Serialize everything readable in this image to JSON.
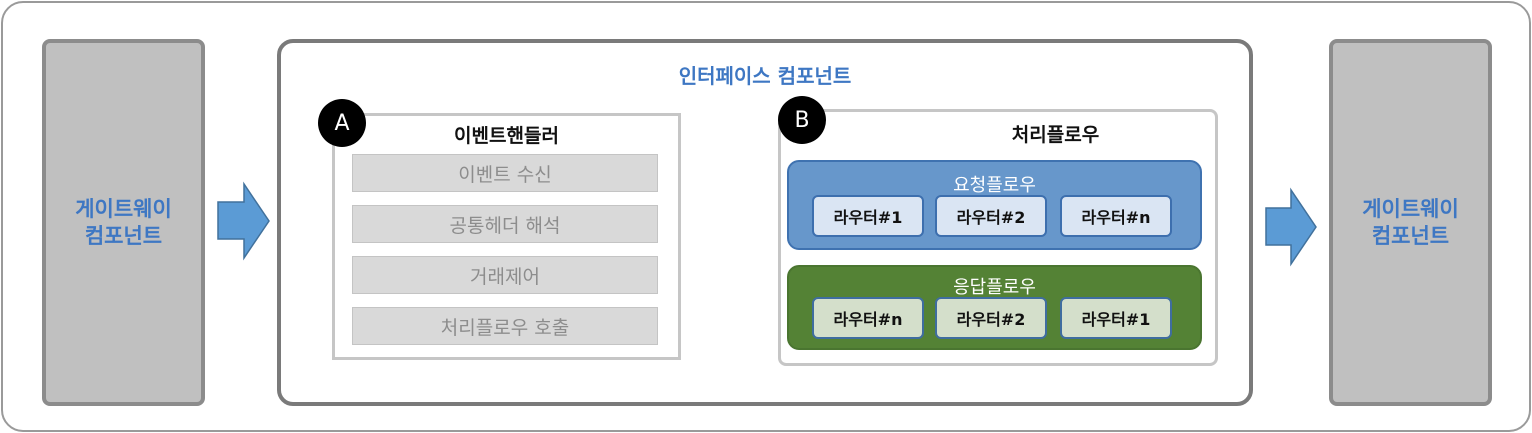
{
  "gateway_left": {
    "label": "게이트웨이\n컴포넌트"
  },
  "gateway_right": {
    "label": "게이트웨이\n컴포넌트"
  },
  "interface": {
    "title": "인터페이스 컴포넌트",
    "event_handler": {
      "badge": "A",
      "title": "이벤트핸들러",
      "steps": [
        "이벤트 수신",
        "공통헤더 해석",
        "거래제어",
        "처리플로우 호출"
      ]
    },
    "process_flow": {
      "badge": "B",
      "title": "처리플로우",
      "request_flow": {
        "label": "요청플로우",
        "routers": [
          "라우터#1",
          "라우터#2",
          "라우터#n"
        ]
      },
      "response_flow": {
        "label": "응답플로우",
        "routers": [
          "라우터#n",
          "라우터#2",
          "라우터#1"
        ]
      }
    }
  },
  "colors": {
    "accent_blue": "#3e77c3",
    "arrow_blue": "#5b9bd5",
    "request_group": "#6797cb",
    "response_group": "#548235",
    "gateway_gray": "#c0c0c0"
  }
}
